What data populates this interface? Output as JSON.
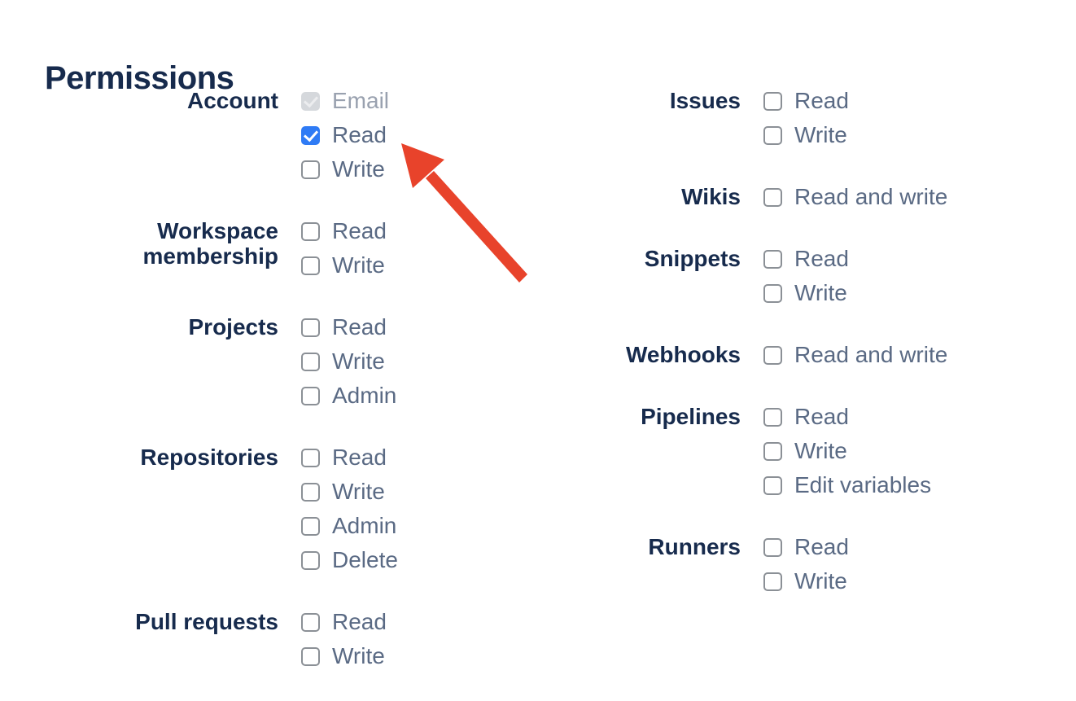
{
  "heading": "Permissions",
  "colors": {
    "heading": "#172B4D",
    "group_label": "#172B4D",
    "option_label": "#5A6A84",
    "option_label_disabled": "#99A1AF",
    "checkbox_border": "#8B9096",
    "checkbox_checked_bg": "#2F7BF5",
    "checkbox_checked_mark": "#FFFFFF",
    "checkbox_disabled_bg": "#D5D8DC",
    "checkbox_disabled_mark": "#ECEDEF"
  },
  "columns": [
    {
      "side": "left",
      "groups": [
        {
          "label": "Account",
          "label_lines": [
            "Account"
          ],
          "options": [
            {
              "label": "Email",
              "checked": true,
              "disabled": true
            },
            {
              "label": "Read",
              "checked": true,
              "disabled": false
            },
            {
              "label": "Write",
              "checked": false,
              "disabled": false
            }
          ]
        },
        {
          "label": "Workspace membership",
          "label_lines": [
            "Workspace",
            "membership"
          ],
          "options": [
            {
              "label": "Read",
              "checked": false,
              "disabled": false
            },
            {
              "label": "Write",
              "checked": false,
              "disabled": false
            }
          ]
        },
        {
          "label": "Projects",
          "label_lines": [
            "Projects"
          ],
          "options": [
            {
              "label": "Read",
              "checked": false,
              "disabled": false
            },
            {
              "label": "Write",
              "checked": false,
              "disabled": false
            },
            {
              "label": "Admin",
              "checked": false,
              "disabled": false
            }
          ]
        },
        {
          "label": "Repositories",
          "label_lines": [
            "Repositories"
          ],
          "options": [
            {
              "label": "Read",
              "checked": false,
              "disabled": false
            },
            {
              "label": "Write",
              "checked": false,
              "disabled": false
            },
            {
              "label": "Admin",
              "checked": false,
              "disabled": false
            },
            {
              "label": "Delete",
              "checked": false,
              "disabled": false
            }
          ]
        },
        {
          "label": "Pull requests",
          "label_lines": [
            "Pull requests"
          ],
          "options": [
            {
              "label": "Read",
              "checked": false,
              "disabled": false
            },
            {
              "label": "Write",
              "checked": false,
              "disabled": false
            }
          ]
        }
      ]
    },
    {
      "side": "right",
      "groups": [
        {
          "label": "Issues",
          "label_lines": [
            "Issues"
          ],
          "options": [
            {
              "label": "Read",
              "checked": false,
              "disabled": false
            },
            {
              "label": "Write",
              "checked": false,
              "disabled": false
            }
          ]
        },
        {
          "label": "Wikis",
          "label_lines": [
            "Wikis"
          ],
          "options": [
            {
              "label": "Read and write",
              "checked": false,
              "disabled": false
            }
          ]
        },
        {
          "label": "Snippets",
          "label_lines": [
            "Snippets"
          ],
          "options": [
            {
              "label": "Read",
              "checked": false,
              "disabled": false
            },
            {
              "label": "Write",
              "checked": false,
              "disabled": false
            }
          ]
        },
        {
          "label": "Webhooks",
          "label_lines": [
            "Webhooks"
          ],
          "options": [
            {
              "label": "Read and write",
              "checked": false,
              "disabled": false
            }
          ]
        },
        {
          "label": "Pipelines",
          "label_lines": [
            "Pipelines"
          ],
          "options": [
            {
              "label": "Read",
              "checked": false,
              "disabled": false
            },
            {
              "label": "Write",
              "checked": false,
              "disabled": false
            },
            {
              "label": "Edit variables",
              "checked": false,
              "disabled": false
            }
          ]
        },
        {
          "label": "Runners",
          "label_lines": [
            "Runners"
          ],
          "options": [
            {
              "label": "Read",
              "checked": false,
              "disabled": false
            },
            {
              "label": "Write",
              "checked": false,
              "disabled": false
            }
          ]
        }
      ]
    }
  ],
  "annotation_arrow": {
    "color": "#E8432B",
    "points_to": "account-read-checkbox"
  }
}
